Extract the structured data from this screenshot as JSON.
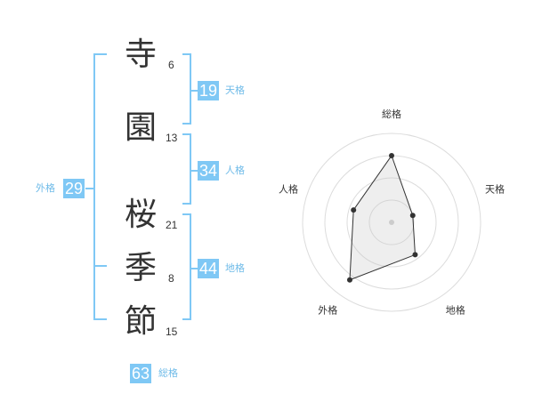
{
  "characters": [
    {
      "char": "寺",
      "strokes": "6"
    },
    {
      "char": "園",
      "strokes": "13"
    },
    {
      "char": "桜",
      "strokes": "21"
    },
    {
      "char": "季",
      "strokes": "8"
    },
    {
      "char": "節",
      "strokes": "15"
    }
  ],
  "scores": {
    "tenkaku": {
      "value": "19",
      "label": "天格"
    },
    "jinkaku": {
      "value": "34",
      "label": "人格"
    },
    "chikaku": {
      "value": "44",
      "label": "地格"
    },
    "gaikaku": {
      "value": "29",
      "label": "外格"
    },
    "soukaku": {
      "value": "63",
      "label": "総格"
    }
  },
  "colors": {
    "accent": "#7fc8f5",
    "bracket": "#7fc8f5",
    "text": "#333333"
  },
  "chart_data": {
    "type": "radar",
    "axes": [
      "総格",
      "天格",
      "地格",
      "外格",
      "人格"
    ],
    "values": [
      0.75,
      0.25,
      0.45,
      0.8,
      0.45
    ],
    "rmax": 1,
    "rings": 4
  }
}
